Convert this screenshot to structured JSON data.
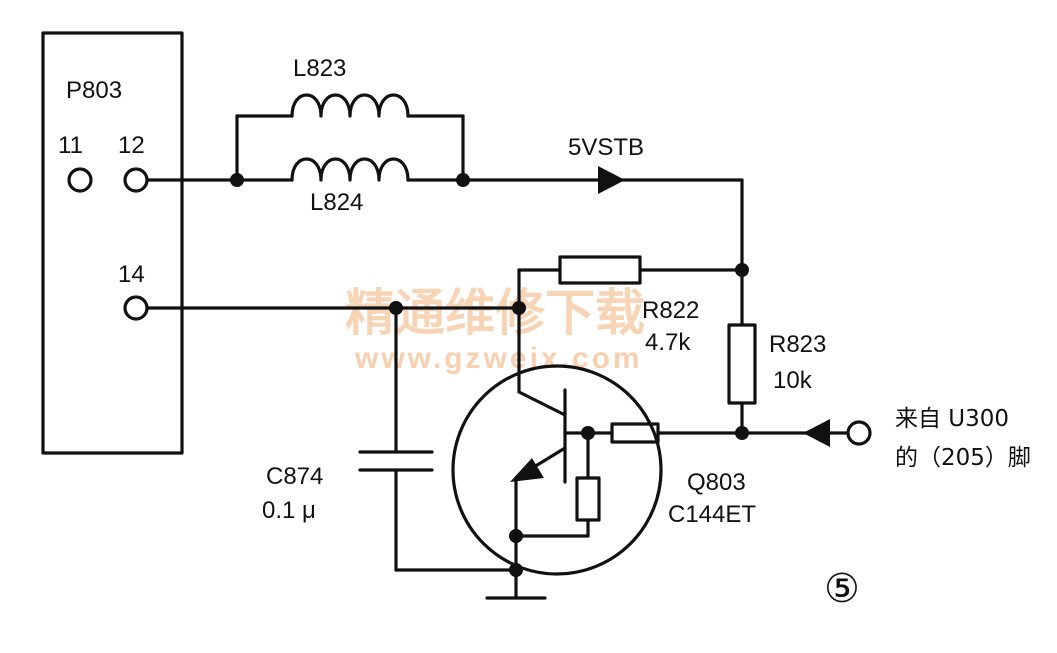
{
  "connector": {
    "name": "P803",
    "pins": [
      "11",
      "12",
      "14"
    ]
  },
  "inductors": {
    "upper": "L823",
    "lower": "L824"
  },
  "rail_label": "5VSTB",
  "resistors": {
    "r822": {
      "ref": "R822",
      "value": "4.7k"
    },
    "r823": {
      "ref": "R823",
      "value": "10k"
    }
  },
  "capacitor": {
    "ref": "C874",
    "value": "0.1 μ"
  },
  "transistor": {
    "ref": "Q803",
    "part": "C144ET"
  },
  "input": {
    "line1": "来自 U300",
    "line2": "的（205）脚"
  },
  "figure_number": "⑤",
  "watermark": {
    "text": "精通维修下载",
    "url": "www.gzweix.com"
  }
}
